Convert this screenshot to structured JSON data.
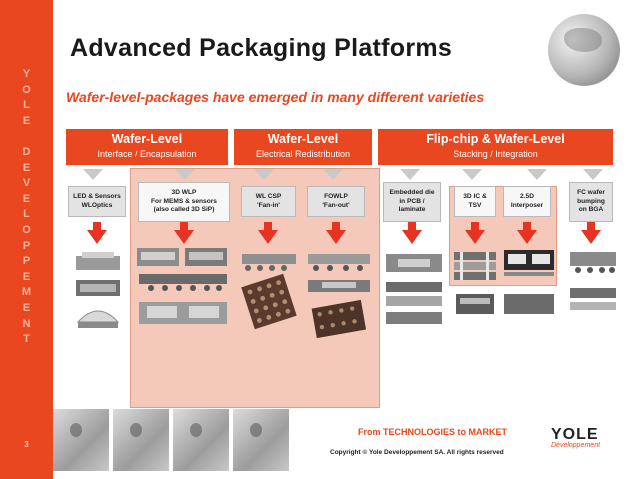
{
  "slide": {
    "title": "Advanced Packaging Platforms",
    "subtitle": "Wafer-level-packages have emerged in many different varieties",
    "page_number": "3",
    "sidebar_letters": [
      "Y",
      "O",
      "L",
      "E",
      "",
      "D",
      "E",
      "V",
      "E",
      "L",
      "O",
      "P",
      "P",
      "E",
      "M",
      "E",
      "N",
      "T"
    ]
  },
  "headers": [
    {
      "title": "Wafer-Level",
      "sub": "Interface / Encapsulation"
    },
    {
      "title": "Wafer-Level",
      "sub": "Electrical Redistribution"
    },
    {
      "title": "Flip-chip & Wafer-Level",
      "sub": "Stacking / Integration"
    }
  ],
  "categories": [
    {
      "label": "LED & Sensors\nWLOptics"
    },
    {
      "label": "3D WLP\nFor MEMS & sensors\n(also called 3D SiP)"
    },
    {
      "label": "WL CSP\n'Fan-in'"
    },
    {
      "label": "FOWLP\n'Fan-out'"
    },
    {
      "label": "Embedded die\nin PCB /\nlaminate"
    },
    {
      "label": "3D IC &\nTSV"
    },
    {
      "label": "2.5D\nInterposer"
    },
    {
      "label": "FC wafer\nbumping\non BGA"
    }
  ],
  "footer": {
    "tagline": "From TECHNOLOGIES to MARKET",
    "copyright": "Copyright © Yole Developpement SA. All rights reserved",
    "logo_name": "YOLE",
    "logo_sub": "Développement"
  },
  "colors": {
    "accent": "#e8471f",
    "overlay": "#f2b8a4",
    "arrow": "#e63322"
  }
}
